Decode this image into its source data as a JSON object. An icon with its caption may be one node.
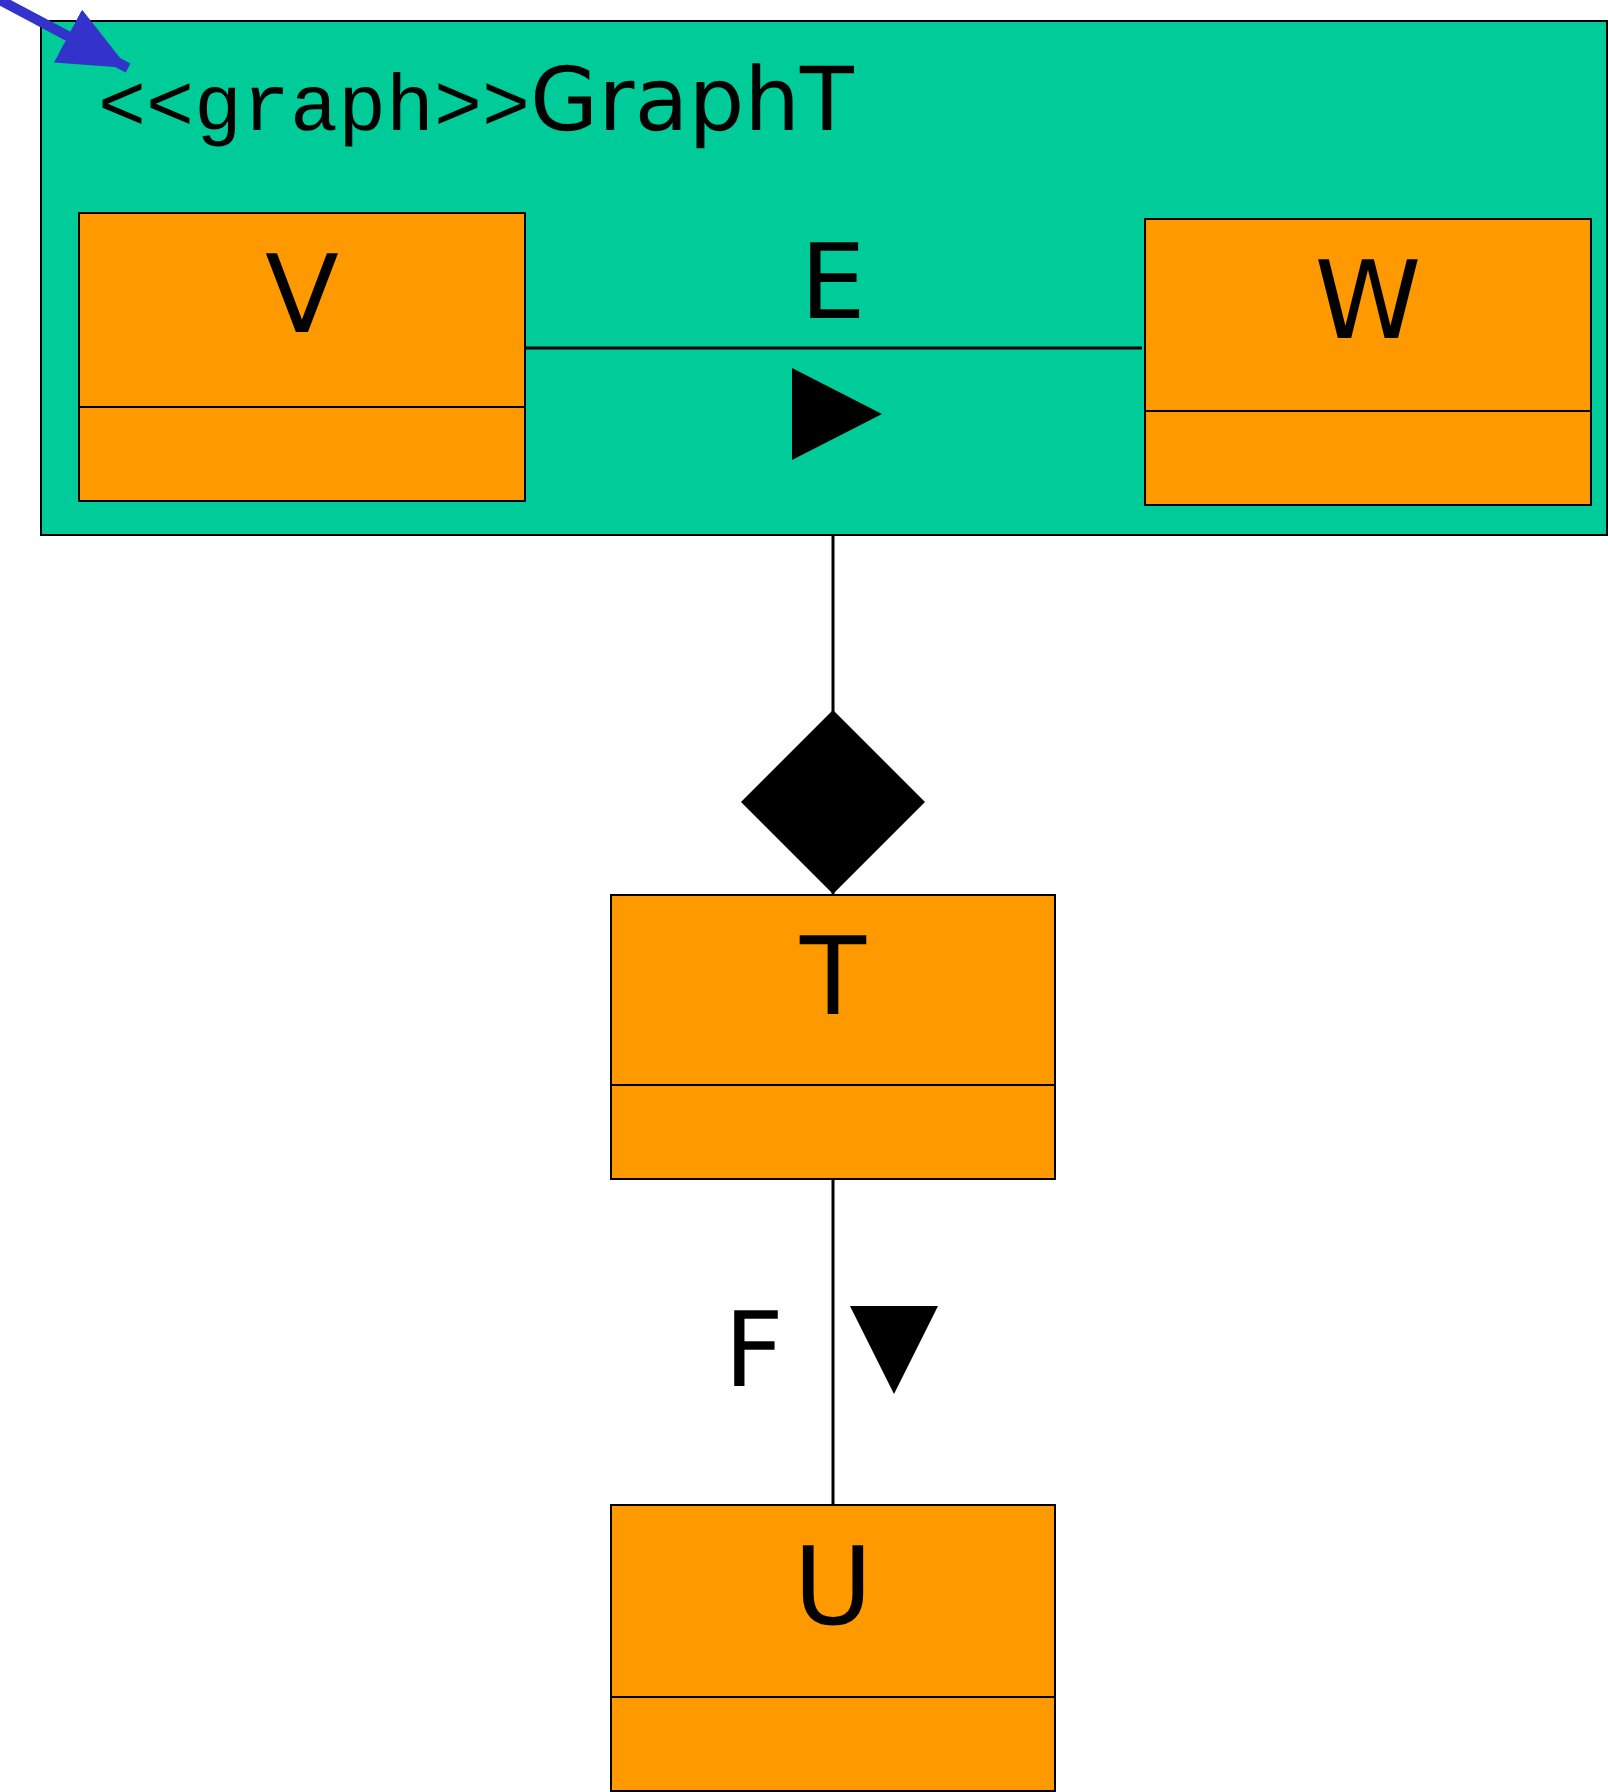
{
  "diagram": {
    "nodes": [
      {
        "text": [
          "<<graph>>",
          "GraphT"
        ]
      },
      {
        "text": [
          "V"
        ],
        "in": 0
      },
      {
        "text": [
          "W"
        ],
        "in": 0
      },
      {
        "text": [
          "T"
        ]
      },
      {
        "text": [
          "U"
        ]
      }
    ],
    "edges": [
      {
        "from": 1,
        "to": 2,
        "arrow": "none",
        "label": "E"
      },
      {
        "from": 0,
        "to": 3,
        "arrow": "other"
      },
      {
        "from": 3,
        "to": 4,
        "arrow": "none",
        "label": "F"
      },
      {
        "from": null,
        "to": 0,
        "arrow": "to",
        "color": "#3333cc",
        "style": "thick"
      }
    ]
  }
}
